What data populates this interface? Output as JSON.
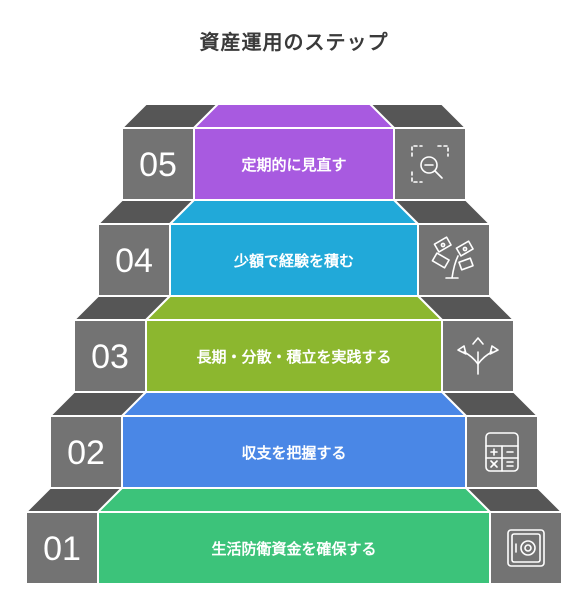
{
  "title": "資産運用のステップ",
  "steps": [
    {
      "number": "01",
      "label": "生活防衛資金を確保する",
      "color": "#3cc37a",
      "icon": "safe-icon"
    },
    {
      "number": "02",
      "label": "収支を把握する",
      "color": "#4a87e6",
      "icon": "calculator-icon"
    },
    {
      "number": "03",
      "label": "長期・分散・積立を実践する",
      "color": "#8cb72f",
      "icon": "diverging-arrows-icon"
    },
    {
      "number": "04",
      "label": "少額で経験を積む",
      "color": "#21a9d9",
      "icon": "money-plant-icon"
    },
    {
      "number": "05",
      "label": "定期的に見直す",
      "color": "#a85ae0",
      "icon": "magnifier-icon"
    }
  ],
  "palette": {
    "block_front": "#737373",
    "block_top": "#565656",
    "stroke": "#ffffff"
  }
}
